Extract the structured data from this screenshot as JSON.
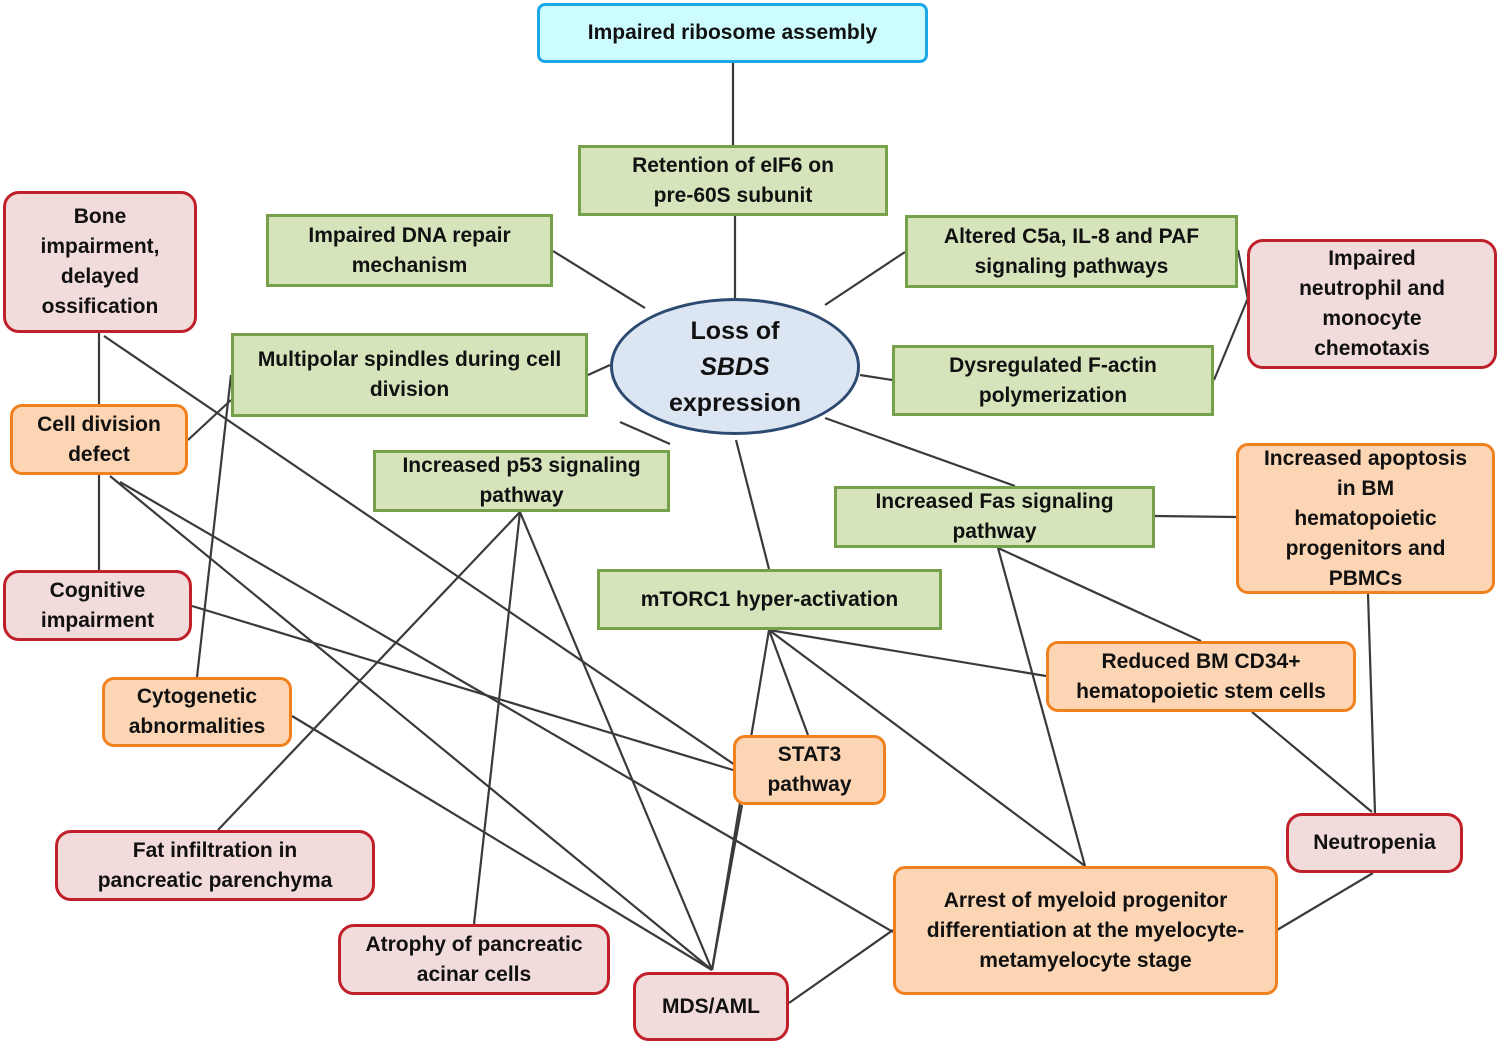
{
  "nodes": {
    "ribosome": {
      "lines": [
        "Impaired ribosome assembly"
      ]
    },
    "eif6": {
      "lines": [
        "Retention of eIF6 on",
        "pre-60S subunit"
      ]
    },
    "dna": {
      "lines": [
        "Impaired DNA repair",
        "mechanism"
      ]
    },
    "c5a": {
      "lines": [
        "Altered C5a, IL-8 and PAF",
        "signaling pathways"
      ]
    },
    "center": {
      "line1": "Loss of",
      "line2": "SBDS",
      "line3": "expression"
    },
    "spindles": {
      "lines": [
        "Multipolar spindles during cell",
        "division"
      ]
    },
    "factin": {
      "lines": [
        "Dysregulated F-actin",
        "polymerization"
      ]
    },
    "p53": {
      "lines": [
        "Increased p53 signaling",
        "pathway"
      ]
    },
    "fas": {
      "lines": [
        "Increased Fas signaling",
        "pathway"
      ]
    },
    "mtorc1": {
      "lines": [
        "mTORC1 hyper-activation"
      ]
    },
    "bone": {
      "lines": [
        "Bone",
        "impairment,",
        "delayed",
        "ossification"
      ]
    },
    "celldiv": {
      "lines": [
        "Cell division",
        "defect"
      ]
    },
    "cognitive": {
      "lines": [
        "Cognitive",
        "impairment"
      ]
    },
    "cytogen": {
      "lines": [
        "Cytogenetic",
        "abnormalities"
      ]
    },
    "neutrochem": {
      "lines": [
        "Impaired",
        "neutrophil and",
        "monocyte",
        "chemotaxis"
      ]
    },
    "apoptosis": {
      "lines": [
        "Increased apoptosis",
        "in BM",
        "hematopoietic",
        "progenitors and",
        "PBMCs"
      ]
    },
    "cd34": {
      "lines": [
        "Reduced BM CD34+",
        "hematopoietic stem cells"
      ]
    },
    "stat3": {
      "lines": [
        "STAT3",
        "pathway"
      ]
    },
    "neutropenia": {
      "lines": [
        "Neutropenia"
      ]
    },
    "fat": {
      "lines": [
        "Fat infiltration in",
        "pancreatic parenchyma"
      ]
    },
    "atrophy": {
      "lines": [
        "Atrophy of pancreatic",
        "acinar cells"
      ]
    },
    "mds": {
      "lines": [
        "MDS/AML"
      ]
    },
    "arrest": {
      "lines": [
        "Arrest of myeloid progenitor",
        "differentiation at the myelocyte-",
        "metamyelocyte stage"
      ]
    }
  },
  "colors": {
    "edge": "#3a3a3a"
  }
}
